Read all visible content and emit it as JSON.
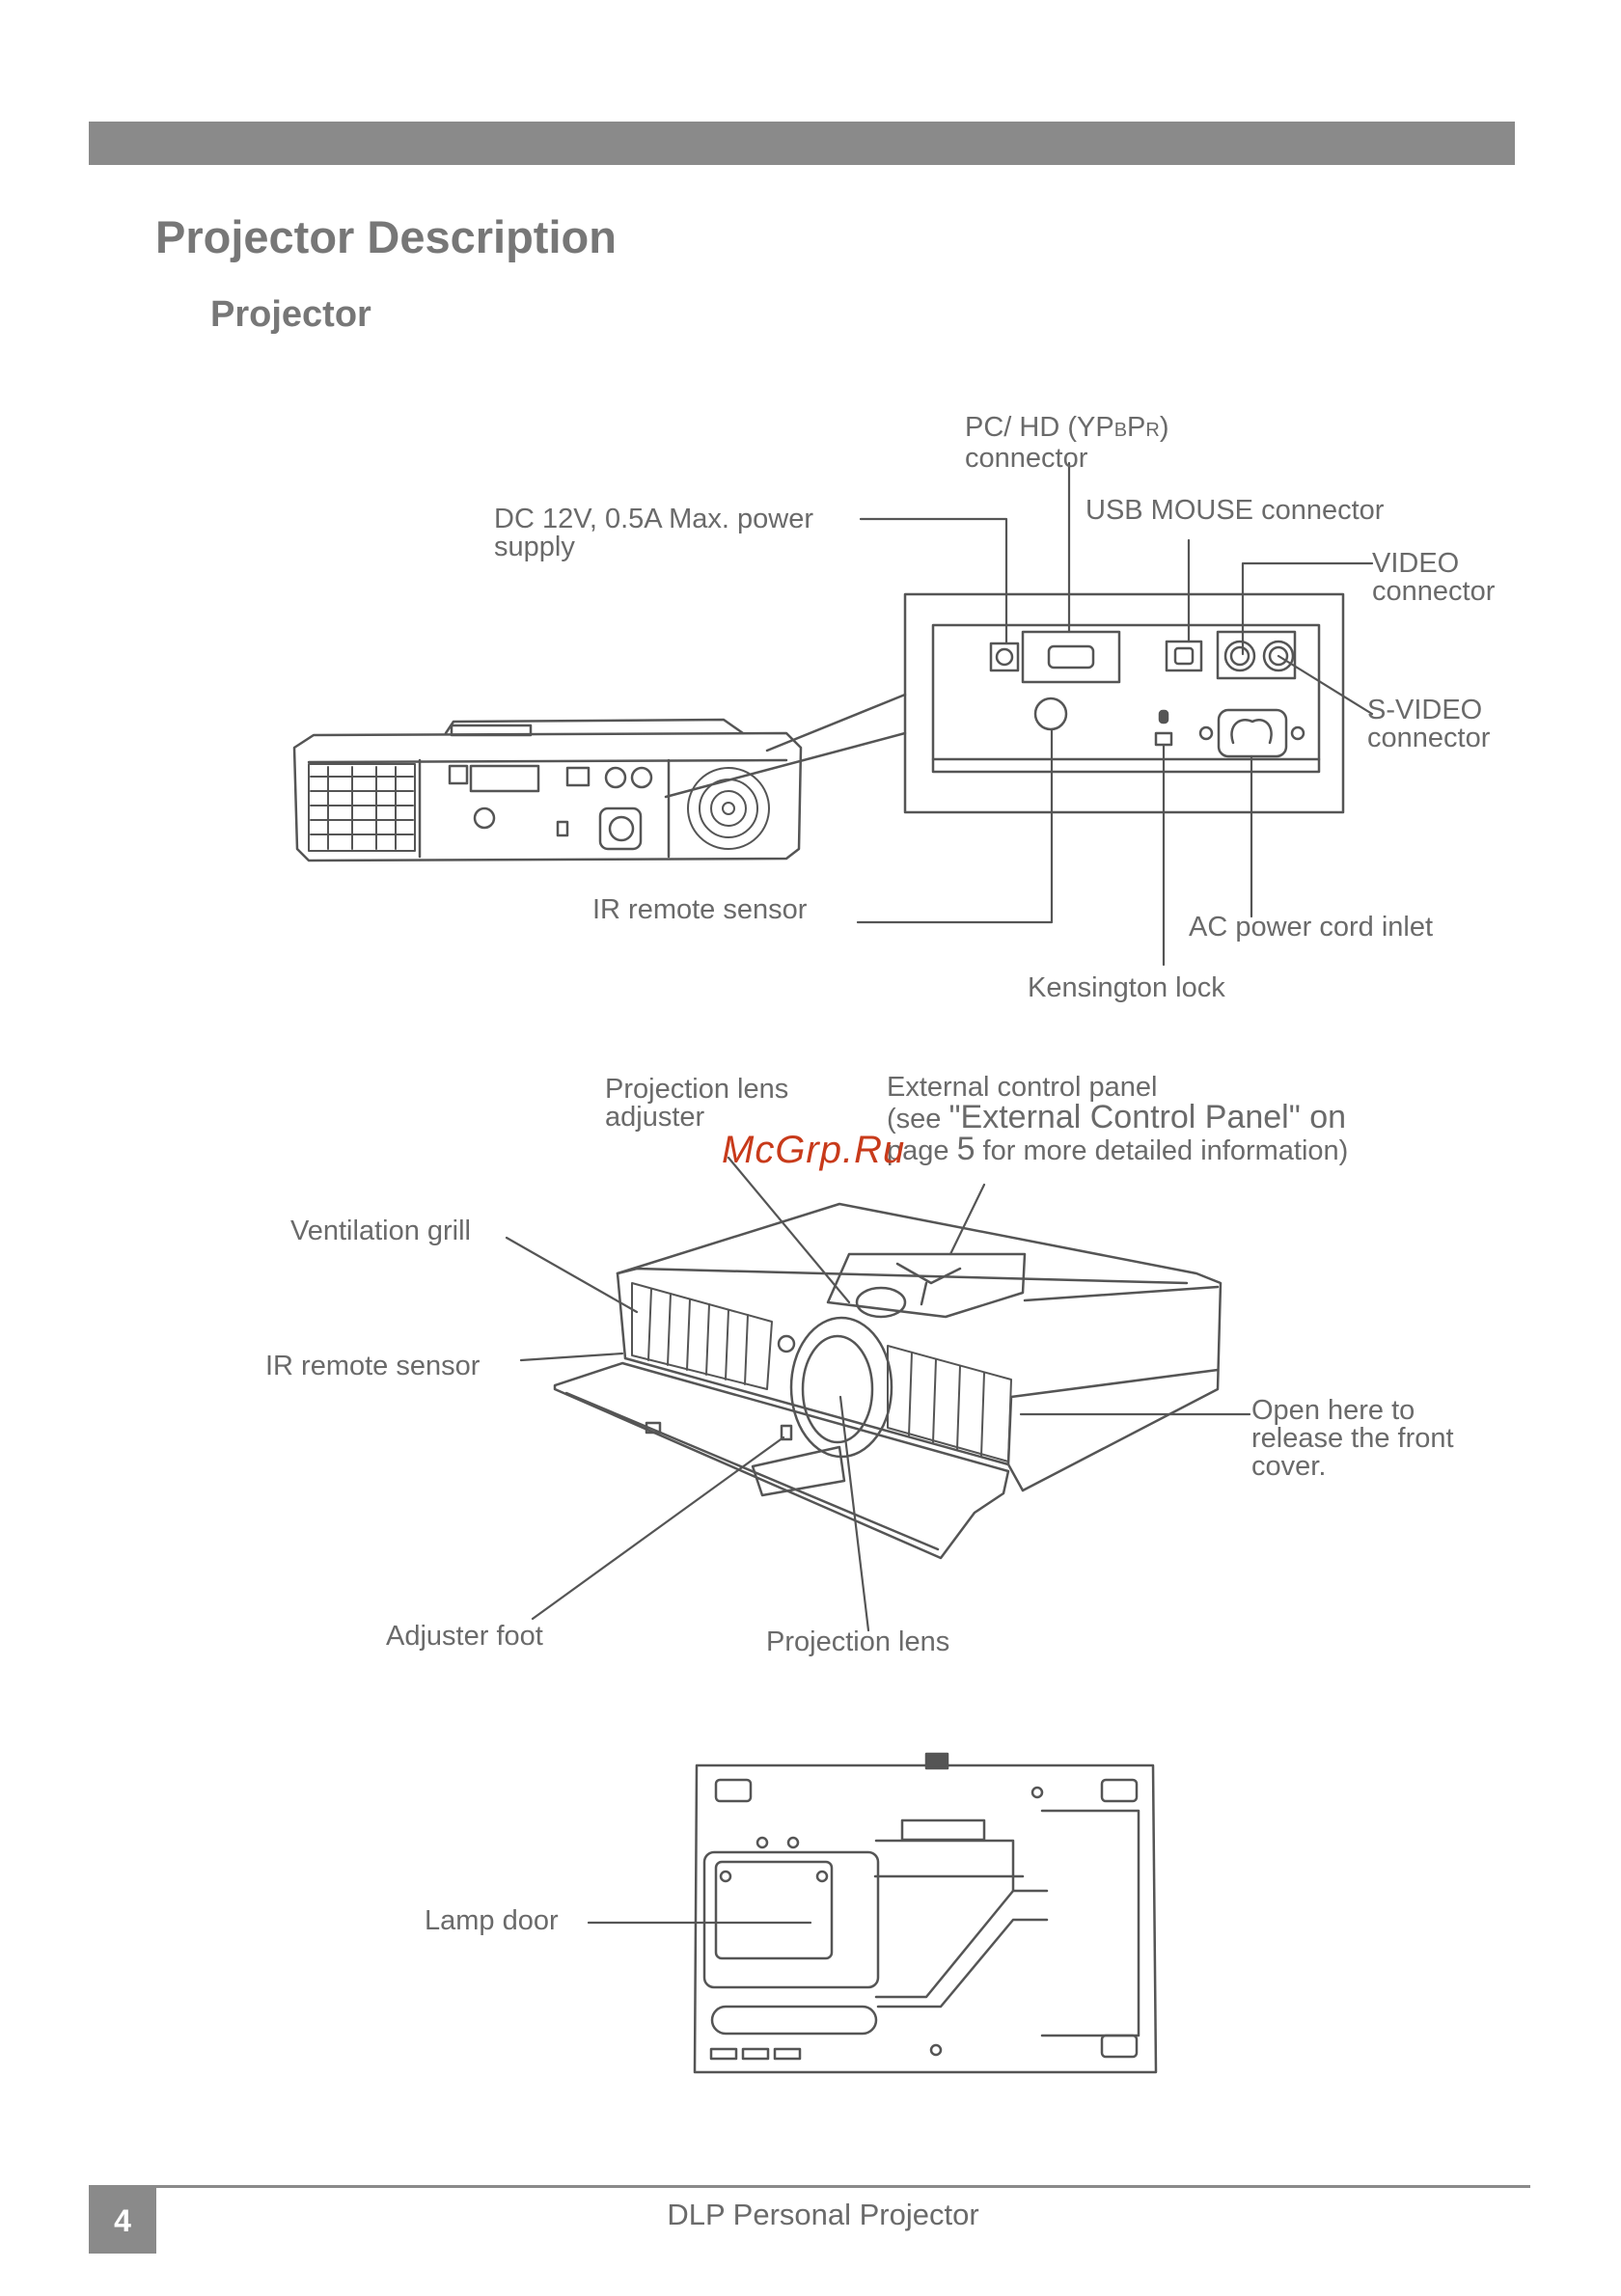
{
  "header": {
    "section_title": "Projector Description",
    "subtitle": "Projector"
  },
  "rear_panel": {
    "pc_hd": {
      "line1_pre": "PC/ HD (YP",
      "line1_b": "B",
      "line1_p": "P",
      "line1_r": "R",
      "line1_post": ")",
      "line2": "connector"
    },
    "dc_power": "DC 12V, 0.5A Max. power\nsupply",
    "usb": "USB MOUSE connector",
    "video": "VIDEO\nconnector",
    "svideo": "S-VIDEO\nconnector",
    "ir_rear": "IR remote sensor",
    "ac_inlet": "AC power cord inlet",
    "kensington": "Kensington lock"
  },
  "front_view": {
    "lens_adjuster": "Projection lens\nadjuster",
    "control_panel_l1": "External control panel",
    "control_panel_l2_pre": "(see ",
    "control_panel_l2_big": "\"External Control Panel\" on",
    "control_panel_l3_pre": "page ",
    "control_panel_l3_big": "5",
    "control_panel_l3_post": " for more detailed information)",
    "ventilation": "Ventilation grill",
    "ir_front": "IR remote sensor",
    "open_here": "Open here to\nrelease the front\ncover.",
    "adjuster_foot": "Adjuster foot",
    "projection_lens": "Projection lens"
  },
  "bottom_view": {
    "lamp_door": "Lamp door"
  },
  "watermark": "McGrp.Ru",
  "footer": {
    "page_number": "4",
    "doc_title": "DLP Personal Projector"
  }
}
